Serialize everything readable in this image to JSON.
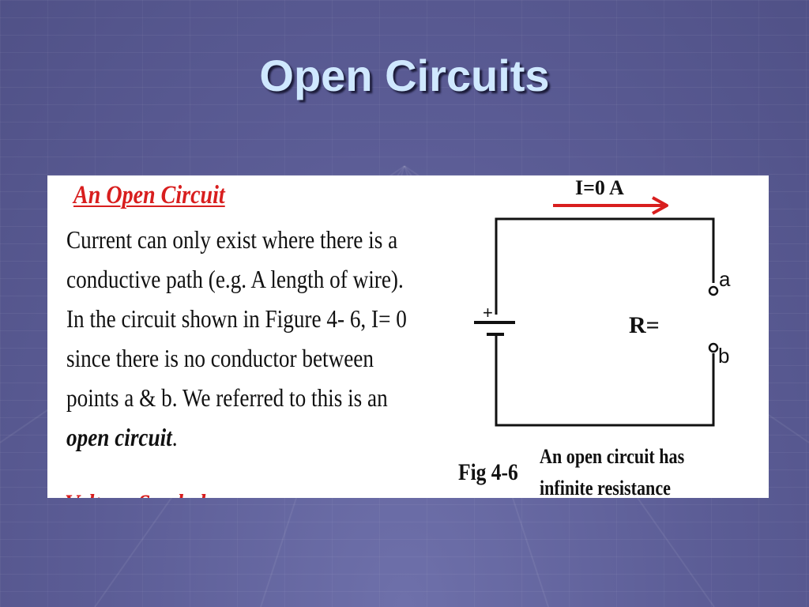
{
  "slide": {
    "title": "Open Circuits"
  },
  "panel": {
    "heading": "An Open Circuit",
    "body_lines": [
      "Current can only exist where there is a",
      "conductive path (e.g.  A length of wire).",
      "In the circuit shown in Figure 4- 6, I= 0",
      "since there is no conductor between",
      "points a & b.  We referred to this is an"
    ],
    "emphasis_term": "open circuit",
    "emphasis_suffix": ".",
    "cutoff_next_heading": "Voltage Symbol"
  },
  "figure": {
    "current_label": "I=0 A",
    "plus_sign": "+",
    "resistance_label": "R=",
    "terminal_a": "a",
    "terminal_b": "b",
    "fig_number": "Fig 4-6",
    "caption_lines": [
      "An open circuit has",
      "infinite resistance"
    ]
  },
  "colors": {
    "background": "#5b5c95",
    "title": "#cfe8ff",
    "heading": "#d81e1e",
    "arrow": "#d81e1e",
    "ink": "#111111"
  }
}
